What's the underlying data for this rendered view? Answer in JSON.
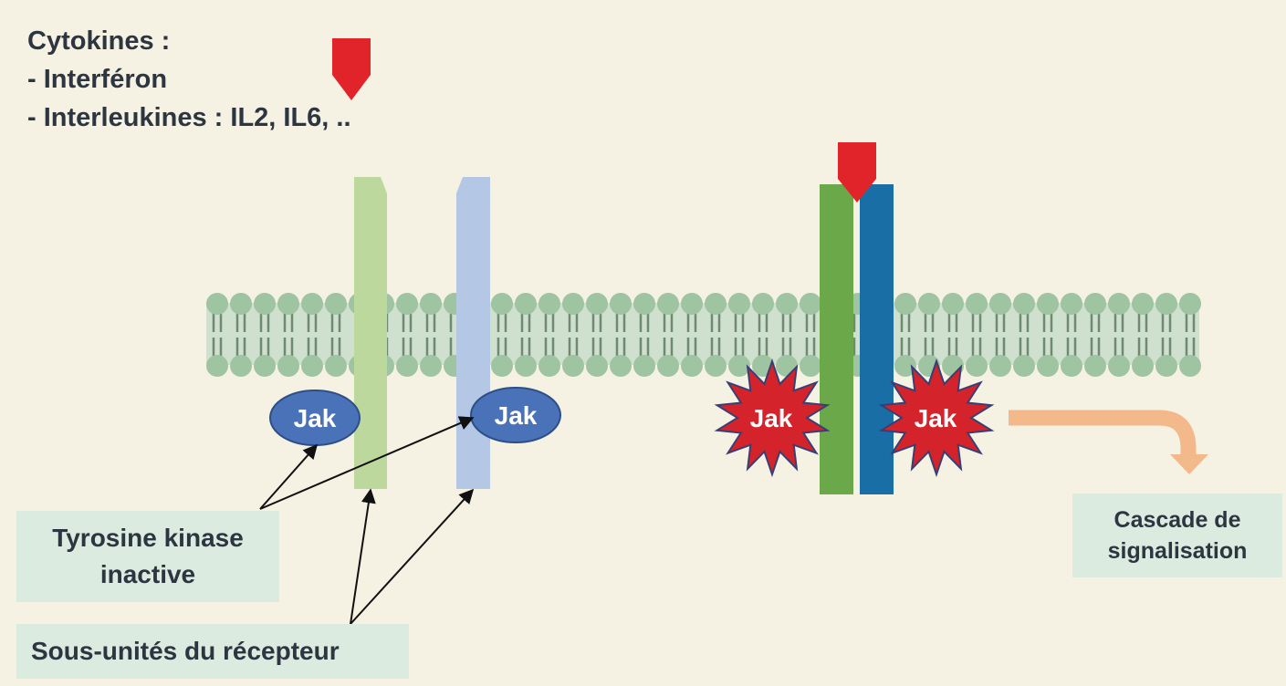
{
  "cytokines": {
    "heading": "Cytokines :",
    "items": [
      "- Interféron",
      "- Interleukines : IL2, IL6, .."
    ]
  },
  "jak_label": "Jak",
  "labels": {
    "tyrosine_kinase_line1": "Tyrosine kinase",
    "tyrosine_kinase_line2": "inactive",
    "receptor_subunits": "Sous-unités du récepteur",
    "cascade_line1": "Cascade de",
    "cascade_line2": "signalisation"
  },
  "colors": {
    "background": "#f5f1e3",
    "membrane": "#9fc4a2",
    "cytokine": "#e0242a",
    "inactive_subunit_green": "#bdd89c",
    "inactive_subunit_blue": "#b4c8e6",
    "active_subunit_green": "#6aa84a",
    "active_subunit_blue": "#1a6ea6",
    "jak_inactive": "#4a72b8",
    "jak_active": "#d4232a",
    "label_box": "#dcebe0",
    "cascade_arrow": "#f3b98a"
  }
}
